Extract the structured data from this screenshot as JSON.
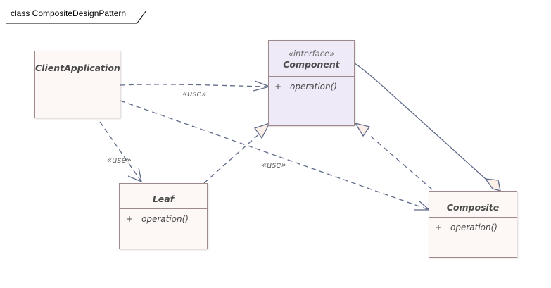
{
  "frame": {
    "title": "class CompositeDesignPattern"
  },
  "classes": {
    "client": {
      "name": "ClientApplication"
    },
    "component": {
      "stereotype": "«interface»",
      "name": "Component",
      "operations": [
        {
          "visibility": "+",
          "name": "operation()"
        }
      ]
    },
    "leaf": {
      "name": "Leaf",
      "operations": [
        {
          "visibility": "+",
          "name": "operation()"
        }
      ]
    },
    "composite": {
      "name": "Composite",
      "operations": [
        {
          "visibility": "+",
          "name": "operation()"
        }
      ]
    }
  },
  "relationships": [
    {
      "type": "dependency",
      "from": "ClientApplication",
      "to": "Component",
      "label": "«use»"
    },
    {
      "type": "dependency",
      "from": "ClientApplication",
      "to": "Leaf",
      "label": "«use»"
    },
    {
      "type": "dependency",
      "from": "ClientApplication",
      "to": "Composite",
      "label": "«use»"
    },
    {
      "type": "realization",
      "from": "Leaf",
      "to": "Component",
      "label": ""
    },
    {
      "type": "realization",
      "from": "Composite",
      "to": "Component",
      "label": ""
    },
    {
      "type": "aggregation",
      "from": "Component",
      "to": "Composite",
      "label": ""
    }
  ],
  "colors": {
    "line": "#5f6b8a",
    "border": "#9e8a8a",
    "class_fill": "#fdf8f5",
    "interface_fill": "#efeaf8",
    "arrowhead_fill": "#fbefe8"
  }
}
